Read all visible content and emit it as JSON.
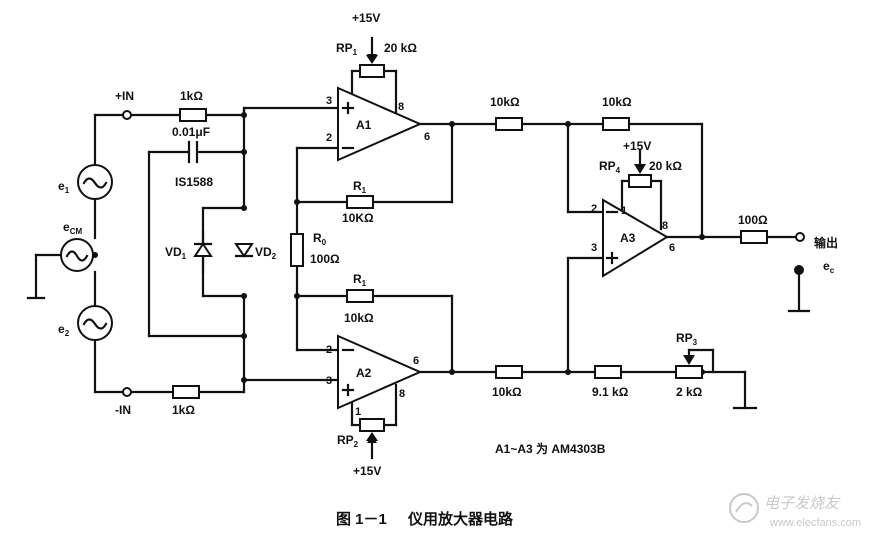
{
  "caption": {
    "number": "图 1－1",
    "title": "仪用放大器电路"
  },
  "note": "A1~A3  为  AM4303B",
  "watermark": {
    "text": "电子发烧友",
    "url": "www.elecfans.com"
  },
  "opamps": {
    "a1": "A1",
    "a2": "A2",
    "a3": "A3"
  },
  "pins": {
    "p1": "1",
    "p2": "2",
    "p3": "3",
    "p6": "6",
    "p8": "8"
  },
  "inputs": {
    "plus_in": "+IN",
    "minus_in": "-IN"
  },
  "sources": {
    "e1": "e",
    "e1_sub": "1",
    "e2": "e",
    "e2_sub": "2",
    "ecm": "e",
    "ecm_sub": "CM"
  },
  "output": {
    "label": "输出",
    "eo": "e",
    "eo_sub": "c"
  },
  "supplies": {
    "top": "+15V",
    "bottom": "+15V",
    "a3": "+15V"
  },
  "components": {
    "r_in_top": "1kΩ",
    "r_in_bot": "1kΩ",
    "cap_value": "0.01μF",
    "ic_part": "IS1588",
    "vd1": "VD",
    "vd1_sub": "1",
    "vd2": "VD",
    "vd2_sub": "2",
    "rp1": "RP",
    "rp1_sub": "1",
    "rp1_val": "20 kΩ",
    "rp2": "RP",
    "rp2_sub": "2",
    "rp3": "RP",
    "rp3_sub": "3",
    "rp3_val": "2 kΩ",
    "rp4": "RP",
    "rp4_sub": "4",
    "rp4_val": "20 kΩ",
    "r1_top": "R",
    "r1_top_sub": "1",
    "r1_top_val": "10KΩ",
    "r1_bot": "R",
    "r1_bot_sub": "1",
    "r1_bot_val": "10kΩ",
    "r0": "R",
    "r0_sub": "0",
    "r0_val": "100Ω",
    "r_a1_out": "10kΩ",
    "r_a2_out": "10kΩ",
    "r_fb_a3": "10kΩ",
    "r_gnd": "9.1 kΩ",
    "r_out": "100Ω"
  }
}
